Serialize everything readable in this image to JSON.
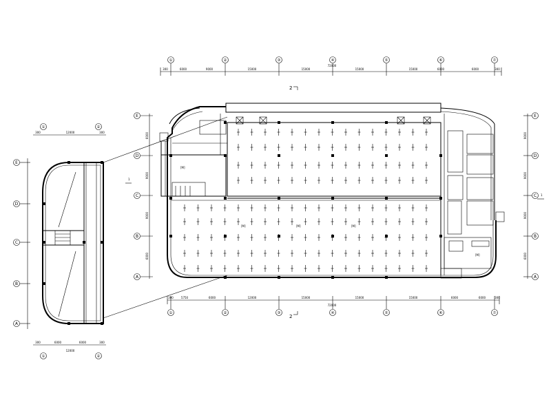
{
  "main_plan": {
    "top_grid_labels": [
      "①",
      "②",
      "③",
      "④",
      "⑤",
      "⑥",
      "⑦"
    ],
    "bottom_grid_labels": [
      "①",
      "②",
      "③",
      "④",
      "⑤",
      "⑥",
      "⑦"
    ],
    "left_grid_labels": [
      "E",
      "D",
      "C",
      "B",
      "A"
    ],
    "right_grid_labels": [
      "E",
      "D",
      "C",
      "B",
      "A"
    ],
    "top_dims": [
      "300",
      "6000",
      "9000",
      "15000",
      "15000",
      "15000",
      "15000",
      "6000",
      "6000",
      "300"
    ],
    "top_total": "72000",
    "bottom_dims": [
      "300",
      "5750",
      "6000",
      "12000",
      "15000",
      "15000",
      "15000",
      "6000",
      "6000",
      "300"
    ],
    "bottom_total": "72000",
    "left_dims": [
      "6000",
      "9000",
      "9000",
      "6000"
    ],
    "right_dims": [
      "9000",
      "9000",
      "9000",
      "6000"
    ],
    "section_mark_top": "2",
    "section_mark_bottom": "2",
    "section_mark_left": "1",
    "section_mark_right": "1",
    "room_labels": [
      "[M]",
      "[M]",
      "[M]",
      "[M]",
      "[M]"
    ]
  },
  "side_plan": {
    "top_grid_labels": [
      "①",
      "②"
    ],
    "bottom_grid_labels": [
      "①",
      "②"
    ],
    "left_grid_labels": [
      "E",
      "D",
      "C",
      "B",
      "A"
    ],
    "top_dims": [
      "300",
      "12000",
      "300"
    ],
    "bottom_dims": [
      "300",
      "6000",
      "6000",
      "300"
    ],
    "bottom_total": "12000"
  }
}
